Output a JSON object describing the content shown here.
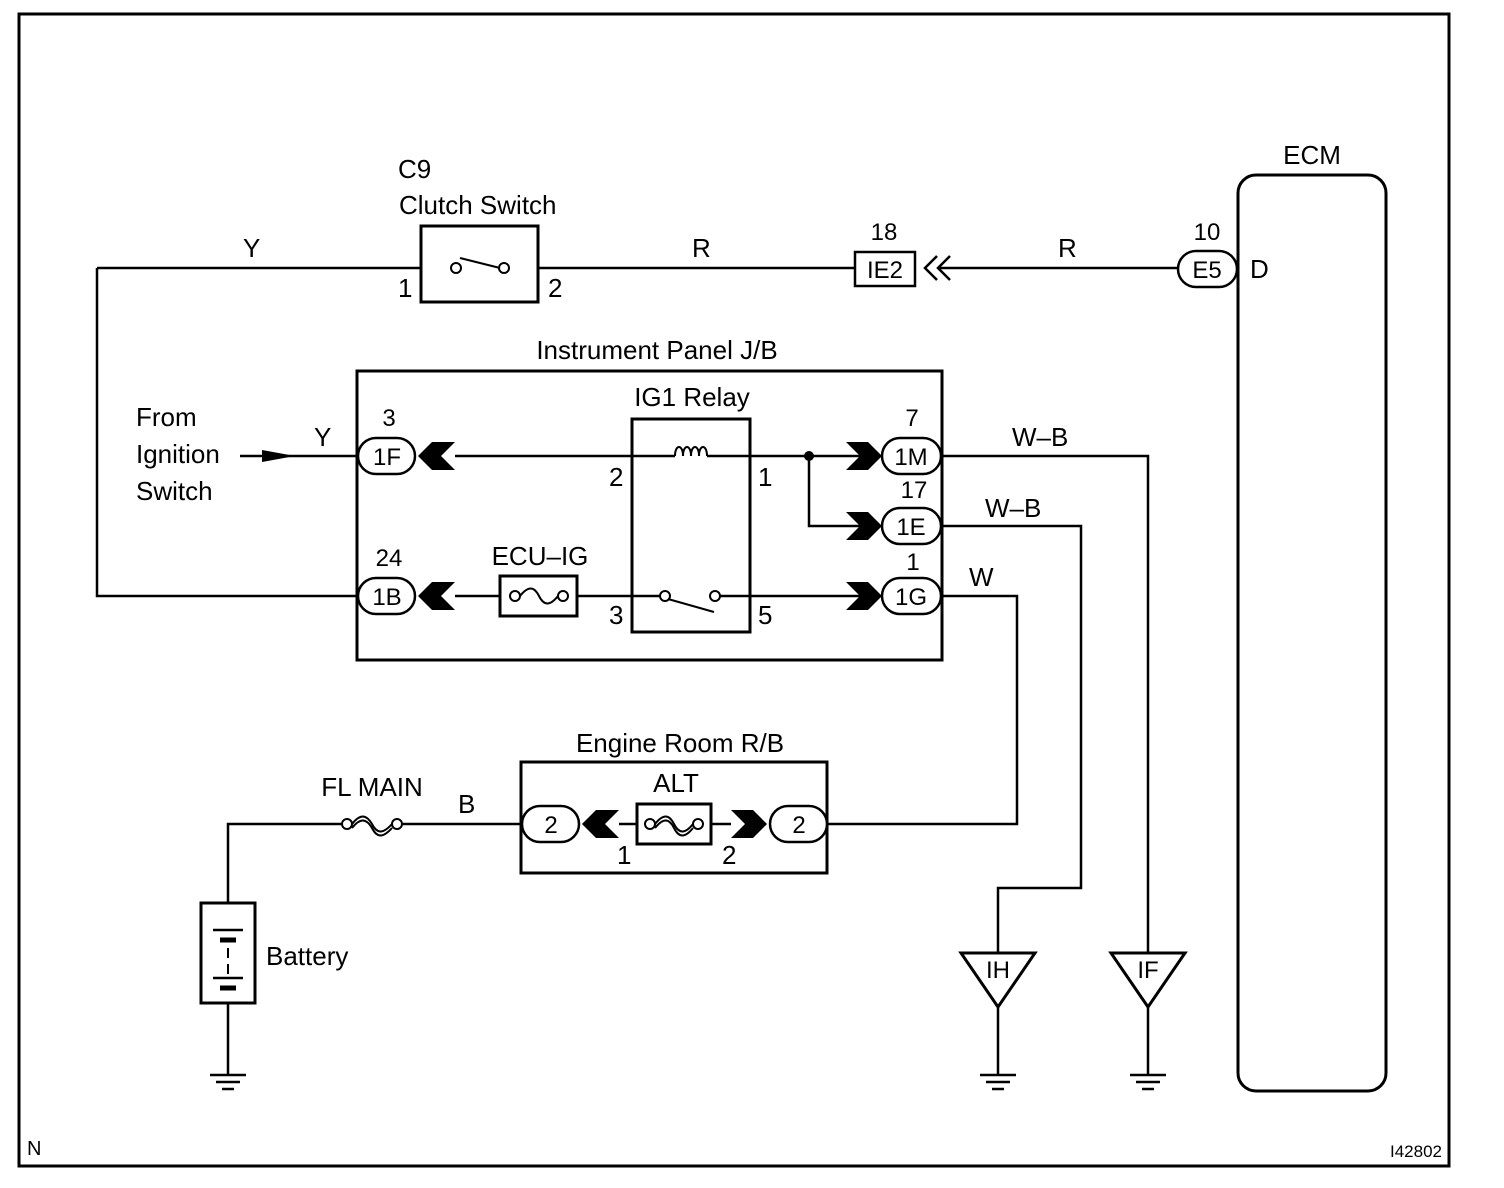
{
  "components": {
    "clutch_switch": {
      "ref": "C9",
      "name": "Clutch Switch",
      "pin1": "1",
      "pin2": "2"
    },
    "ecm": {
      "name": "ECM",
      "terminal": "D",
      "connector": "E5",
      "pin": "10"
    },
    "ie2": {
      "connector": "IE2",
      "pin": "18"
    },
    "instrument_panel_jb": {
      "name": "Instrument Panel J/B"
    },
    "ig1_relay": {
      "name": "IG1 Relay",
      "pin2": "2",
      "pin1": "1",
      "pin3": "3",
      "pin5": "5"
    },
    "ecu_ig": {
      "name": "ECU–IG"
    },
    "jb_connectors": {
      "c1f": {
        "connector": "1F",
        "pin": "3"
      },
      "c1b": {
        "connector": "1B",
        "pin": "24"
      },
      "c1m": {
        "connector": "1M",
        "pin": "7"
      },
      "c1e": {
        "connector": "1E",
        "pin": "17"
      },
      "c1g": {
        "connector": "1G",
        "pin": "1"
      }
    },
    "ignition_source": {
      "line1": "From",
      "line2": "Ignition",
      "line3": "Switch"
    },
    "engine_room_rb": {
      "name": "Engine Room R/B",
      "left_connector": "2",
      "right_connector": "2",
      "pin_left": "1",
      "pin_right": "2"
    },
    "alt_fuse": {
      "name": "ALT"
    },
    "fl_main": {
      "name": "FL MAIN"
    },
    "battery": {
      "name": "Battery"
    },
    "grounds": {
      "ih": "IH",
      "if": "IF"
    }
  },
  "wires": {
    "y_top": "Y",
    "r_left": "R",
    "r_right": "R",
    "y_ign": "Y",
    "wb_1m": "W–B",
    "wb_1e": "W–B",
    "w_1g": "W",
    "b_main": "B"
  },
  "footer": {
    "corner_left": "N",
    "figure_id": "I42802"
  }
}
